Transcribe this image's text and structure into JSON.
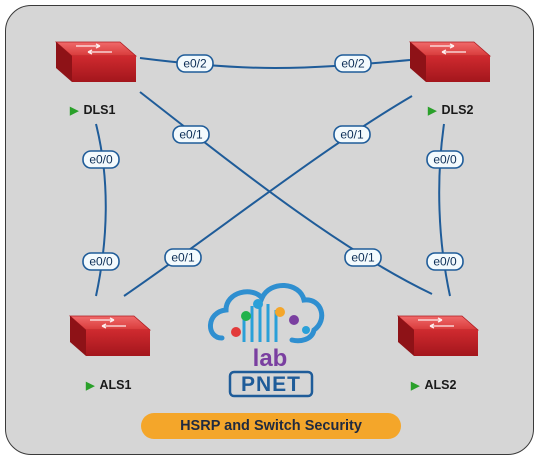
{
  "title": "HSRP and Switch Security",
  "logo_text": "PNET",
  "logo_mark": "lab",
  "devices": {
    "dls1": "DLS1",
    "dls2": "DLS2",
    "als1": "ALS1",
    "als2": "ALS2"
  },
  "ports": {
    "dls1_e02": "e0/2",
    "dls2_e02": "e0/2",
    "dls1_e01": "e0/1",
    "dls2_e01": "e0/1",
    "dls1_e00": "e0/0",
    "dls2_e00": "e0/0",
    "als1_e00": "e0/0",
    "als2_e00": "e0/0",
    "als1_e01": "e0/1",
    "als2_e01": "e0/1"
  },
  "colors": {
    "link": "#1f5c99",
    "switch_red": "#c8222a",
    "banner": "#f4a62a",
    "status_running": "#2aa02a"
  },
  "icons": {
    "switch": "layer2-switch-icon",
    "status": "play-icon",
    "logo": "pnet-lab-cloud-logo"
  }
}
